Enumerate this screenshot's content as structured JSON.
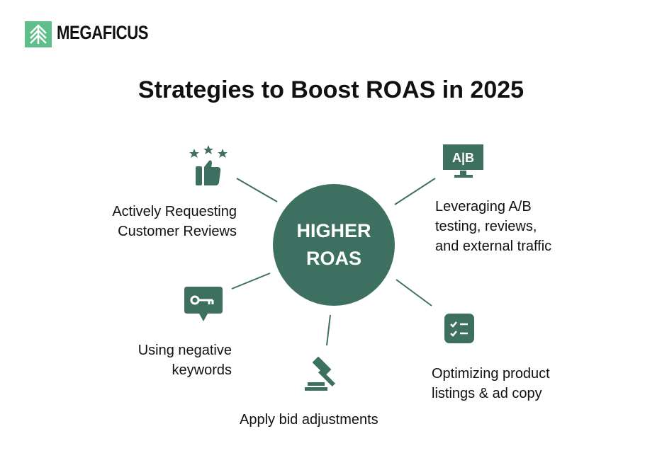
{
  "brand": {
    "name": "MEGAFICUS",
    "color": "#5fbf8a"
  },
  "title": "Strategies to Boost ROAS in 2025",
  "center": {
    "line1": "HIGHER",
    "line2": "ROAS",
    "color": "#3d7060"
  },
  "strategies": [
    {
      "icon": "thumbs-up-stars-icon",
      "line1": "Actively Requesting",
      "line2": "Customer Reviews"
    },
    {
      "icon": "ab-testing-monitor-icon",
      "line1": "Leveraging A/B",
      "line2": "testing, reviews,",
      "line3": "and external traffic",
      "icon_text": "A|B"
    },
    {
      "icon": "key-chat-icon",
      "line1": "Using negative",
      "line2": "keywords"
    },
    {
      "icon": "gavel-icon",
      "line1": "Apply bid adjustments"
    },
    {
      "icon": "checklist-icon",
      "line1": "Optimizing product",
      "line2": "listings & ad copy"
    }
  ]
}
